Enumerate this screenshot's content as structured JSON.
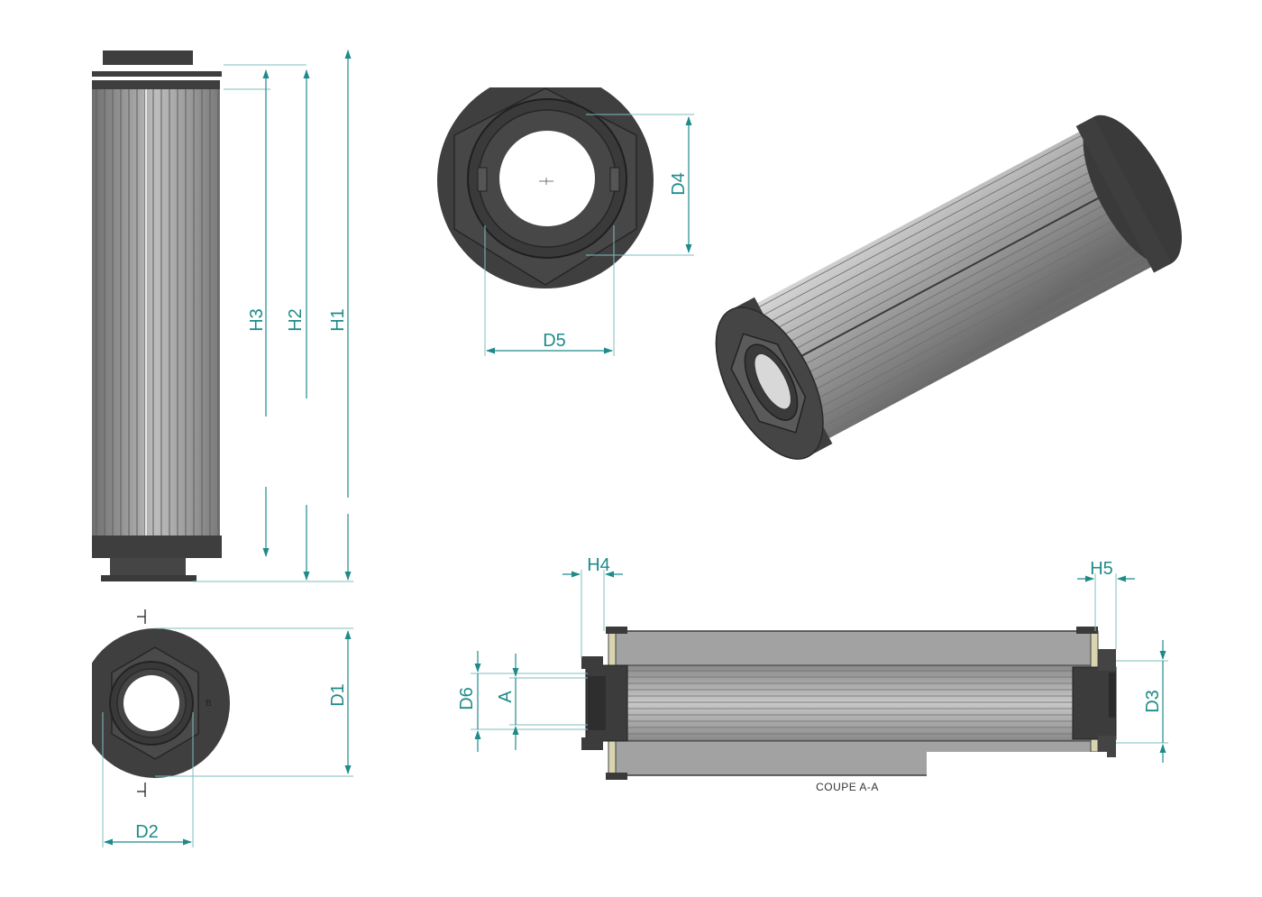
{
  "colors": {
    "dimension": "#1f8a8a",
    "body_dark": "#4a4a4a",
    "pleat_light": "#b8b8b8",
    "pleat_mid": "#8c8c8c",
    "cap": "#3e3e3e",
    "extension": "#7fbdbd"
  },
  "labels": {
    "h1": "H1",
    "h2": "H2",
    "h3": "H3",
    "h4": "H4",
    "h5": "H5",
    "d1": "D1",
    "d2": "D2",
    "d3": "D3",
    "d4": "D4",
    "d5": "D5",
    "d6": "D6",
    "a": "A",
    "b": "B",
    "section_caption": "COUPE A-A"
  }
}
